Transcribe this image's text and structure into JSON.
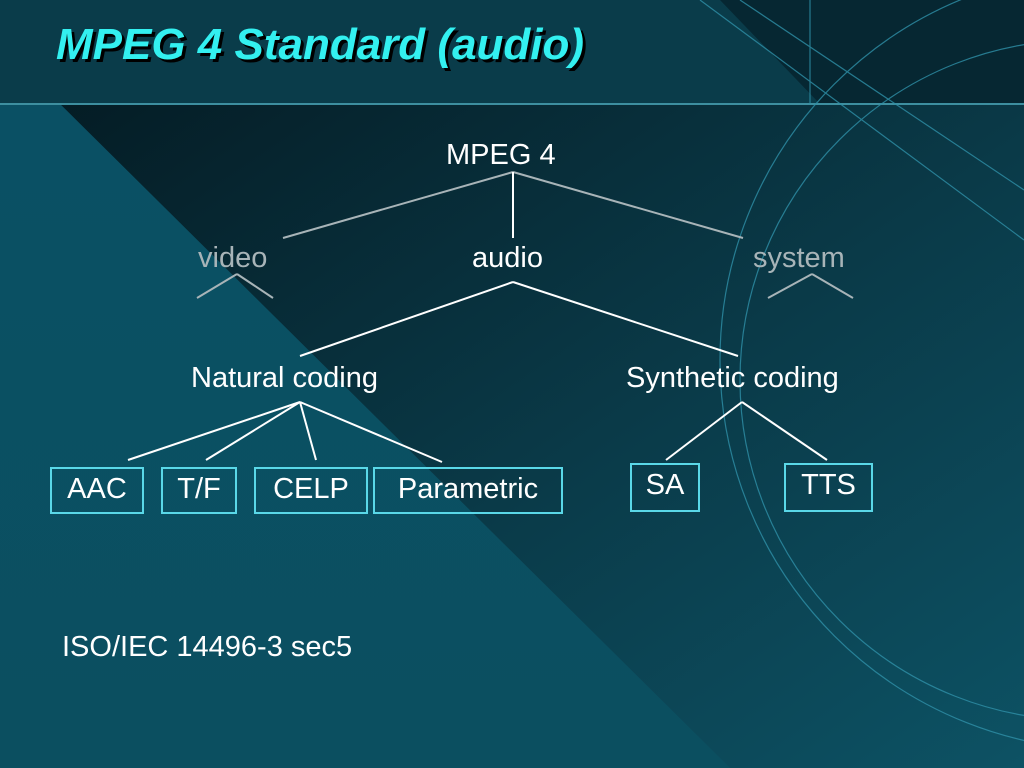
{
  "title": "MPEG 4 Standard (audio)",
  "diagram": {
    "root": "MPEG 4",
    "level1": {
      "video": "video",
      "audio": "audio",
      "system": "system"
    },
    "level2": {
      "natural": "Natural coding",
      "synthetic": "Synthetic coding"
    },
    "natural_children": [
      "AAC",
      "T/F",
      "CELP",
      "Parametric"
    ],
    "synthetic_children": [
      "SA",
      "TTS"
    ]
  },
  "footnote": "ISO/IEC 14496-3 sec5",
  "colors": {
    "title": "#33f0f0",
    "background": "#0c4a5c",
    "box_border": "#5ad8e8",
    "line_active": "#ffffff",
    "line_muted": "#a8b4b8"
  }
}
